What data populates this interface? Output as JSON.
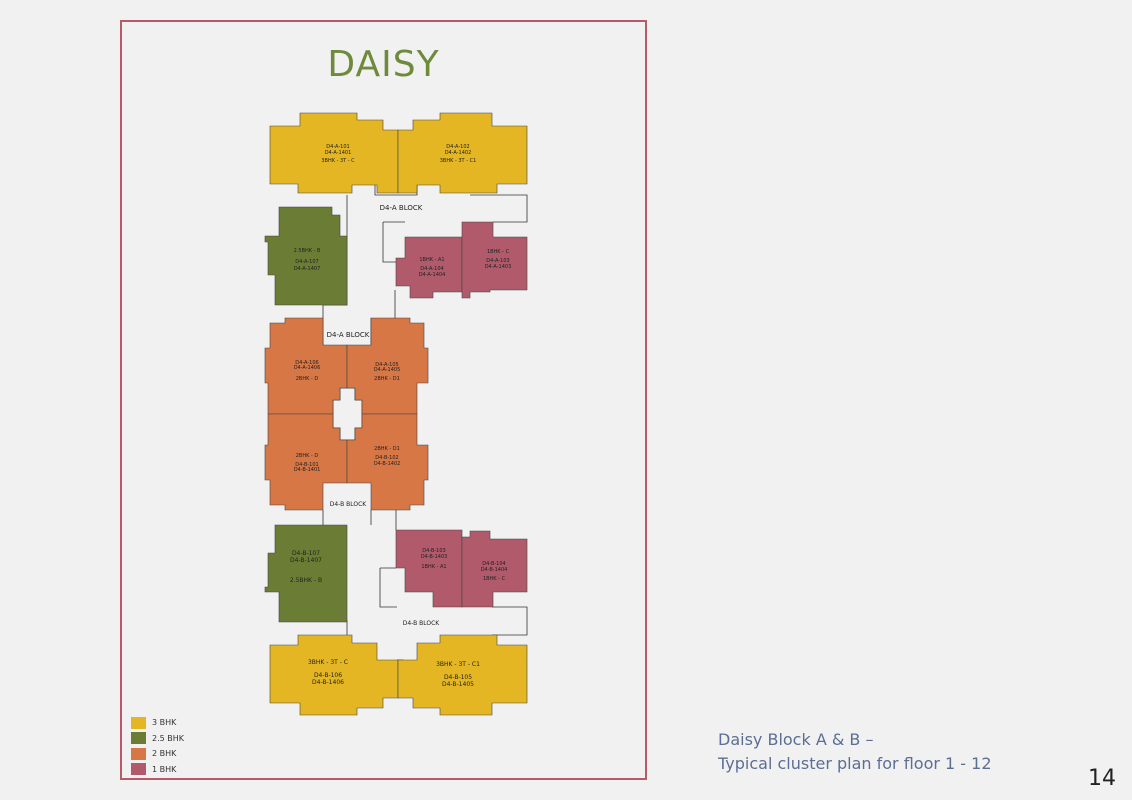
{
  "title": "DAISY",
  "colors": {
    "bhk3": "#e5b623",
    "bhk25": "#6b7d35",
    "bhk2": "#d77746",
    "bhk1": "#b15a6b",
    "frame": "#b75a6a"
  },
  "blocks": {
    "a_top": "D4-A BLOCK",
    "a_mid": "D4-A BLOCK",
    "b_mid": "D4-B BLOCK",
    "b_bottom": "D4-B BLOCK"
  },
  "units": {
    "a101": {
      "l1": "D4-A-101",
      "l2": "D4-A-1401",
      "l3": "3BHK - 3T - C"
    },
    "a102": {
      "l1": "D4-A-102",
      "l2": "D4-A-1402",
      "l3": "3BHK - 3T - C1"
    },
    "a107": {
      "l1": "2.5BHK - B",
      "l2": "D4-A-107",
      "l3": "D4-A-1407"
    },
    "a104": {
      "l1": "1BHK - A1",
      "l2": "D4-A-104",
      "l3": "D4-A-1404"
    },
    "a103": {
      "l1": "1BHK - C",
      "l2": "D4-A-103",
      "l3": "D4-A-1403"
    },
    "a106": {
      "l1": "D4-A-106",
      "l2": "D4-A-1406",
      "l3": "2BHK - D"
    },
    "a105": {
      "l1": "D4-A-105",
      "l2": "D4-A-1405",
      "l3": "2BHK - D1"
    },
    "b101": {
      "l1": "2BHK - D",
      "l2": "D4-B-101",
      "l3": "D4-B-1401"
    },
    "b102": {
      "l1": "2BHK - D1",
      "l2": "D4-B-102",
      "l3": "D4-B-1402"
    },
    "b107": {
      "l1": "D4-B-107",
      "l2": "D4-B-1407",
      "l3": "2.5BHK - B"
    },
    "b103": {
      "l1": "D4-B-103",
      "l2": "D4-B-1403",
      "l3": "1BHK - A1"
    },
    "b104": {
      "l1": "D4-B-104",
      "l2": "D4-B-1404",
      "l3": "1BHK - C"
    },
    "b106": {
      "l1": "3BHK - 3T - C",
      "l2": "D4-B-106",
      "l3": "D4-B-1406"
    },
    "b105": {
      "l1": "3BHK - 3T - C1",
      "l2": "D4-B-105",
      "l3": "D4-B-1405"
    }
  },
  "legend": [
    {
      "label": "3 BHK",
      "color": "#e5b623"
    },
    {
      "label": "2.5 BHK",
      "color": "#6b7d35"
    },
    {
      "label": "2 BHK",
      "color": "#d77746"
    },
    {
      "label": "1 BHK",
      "color": "#b15a6b"
    }
  ],
  "caption": {
    "line1": "Daisy Block A & B –",
    "line2": "Typical cluster plan for floor 1 - 12"
  },
  "page_number": "14"
}
